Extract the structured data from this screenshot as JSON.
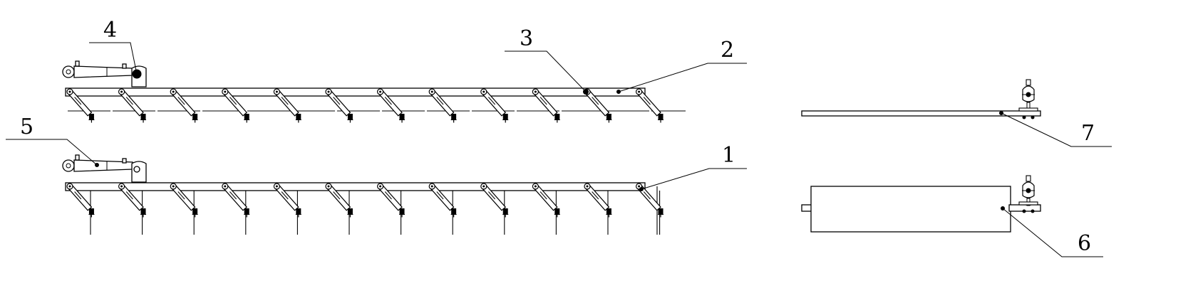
{
  "labels": {
    "l1": "1",
    "l2": "2",
    "l3": "3",
    "l4": "4",
    "l5": "5",
    "l6": "6",
    "l7": "7"
  },
  "colors": {
    "stroke": "#000000",
    "background": "#ffffff"
  }
}
